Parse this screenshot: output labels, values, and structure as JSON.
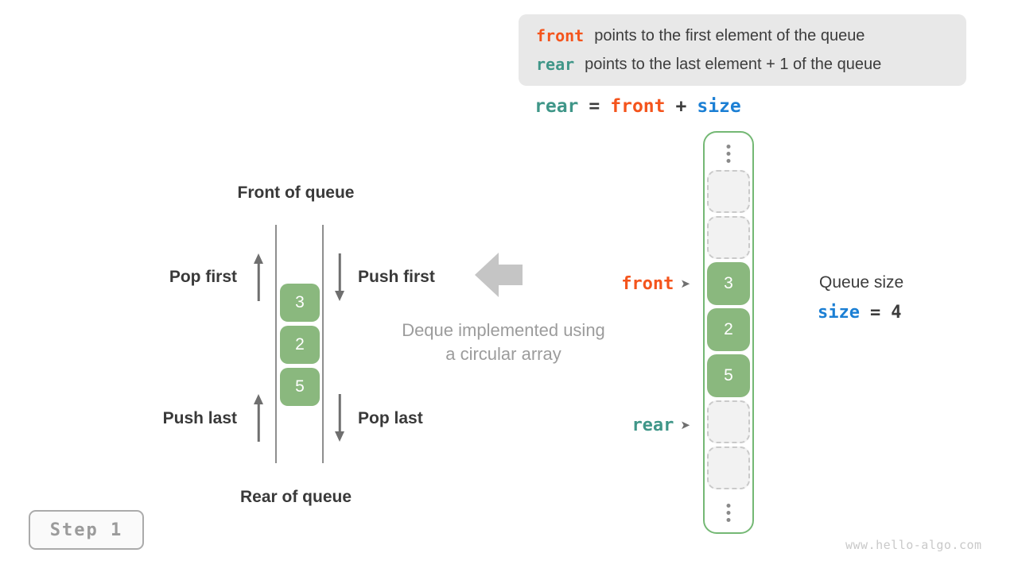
{
  "colors": {
    "accent_orange": "#f4541c",
    "accent_teal": "#3f9688",
    "accent_blue": "#1b7fd4",
    "cell_green": "#8ab87e",
    "frame_green": "#74b874",
    "legend_bg": "#e8e8e8",
    "gray_text": "#9c9c9c"
  },
  "legend": {
    "lines": [
      {
        "keyword": "front",
        "text": "points to the first element of the queue"
      },
      {
        "keyword": "rear",
        "text": "points to the last element + 1 of the queue"
      }
    ]
  },
  "formula": {
    "tokens": [
      {
        "text": "rear",
        "color": "#3f9688"
      },
      {
        "text": "=",
        "color": "#3c3c3c"
      },
      {
        "text": "front",
        "color": "#f4541c"
      },
      {
        "text": "+",
        "color": "#3c3c3c"
      },
      {
        "text": "size",
        "color": "#1b7fd4"
      }
    ]
  },
  "queue_diagram": {
    "front_title": "Front of queue",
    "rear_title": "Rear of queue",
    "values": [
      "3",
      "2",
      "5"
    ],
    "operations": [
      {
        "label": "Pop first",
        "arrow": "up",
        "side": "left",
        "position": "top"
      },
      {
        "label": "Push first",
        "arrow": "down",
        "side": "right",
        "position": "top"
      },
      {
        "label": "Push last",
        "arrow": "up",
        "side": "left",
        "position": "bottom"
      },
      {
        "label": "Pop last",
        "arrow": "down",
        "side": "right",
        "position": "bottom"
      }
    ]
  },
  "center": {
    "caption_line1": "Deque implemented using",
    "caption_line2": "a circular array"
  },
  "array": {
    "cells": [
      {
        "index": 0,
        "type": "ellipsis"
      },
      {
        "index": 1,
        "type": "empty"
      },
      {
        "index": 2,
        "type": "empty"
      },
      {
        "index": 3,
        "type": "value",
        "value": "3"
      },
      {
        "index": 4,
        "type": "value",
        "value": "2"
      },
      {
        "index": 5,
        "type": "value",
        "value": "5"
      },
      {
        "index": 6,
        "type": "empty"
      },
      {
        "index": 7,
        "type": "empty"
      },
      {
        "index": 8,
        "type": "ellipsis"
      }
    ]
  },
  "pointers": {
    "front": {
      "label": "front",
      "arrow_glyph": "➤",
      "points_to_index": 3
    },
    "rear": {
      "label": "rear",
      "arrow_glyph": "➤",
      "points_to_index": 6
    }
  },
  "queue_size": {
    "title": "Queue size",
    "variable": "size",
    "equals": "=",
    "value": "4"
  },
  "step": {
    "label": "Step 1"
  },
  "watermark": {
    "text": "www.hello-algo.com"
  }
}
